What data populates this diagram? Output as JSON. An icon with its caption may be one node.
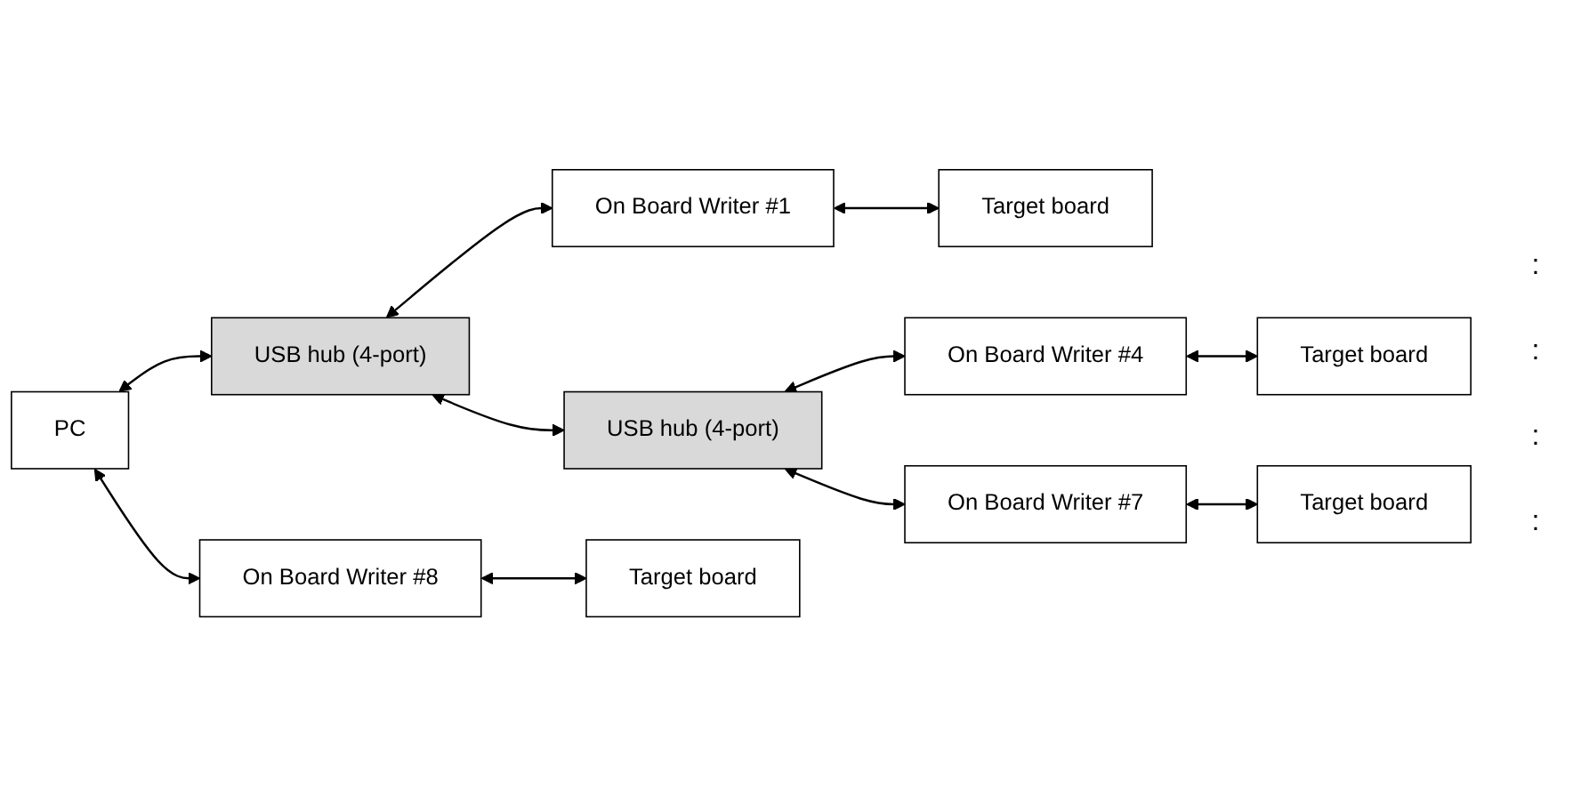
{
  "diagram": {
    "nodes": [
      {
        "text": [
          "PC"
        ]
      },
      {
        "text": [
          "USB hub (4-port)"
        ]
      },
      {
        "text": [
          "USB hub (4-port)"
        ]
      },
      {
        "text": [
          "On Board Writer #1"
        ]
      },
      {
        "text": [
          "Target board"
        ]
      },
      {
        "text": [
          "On Board Writer #4"
        ]
      },
      {
        "text": [
          "Target board"
        ]
      },
      {
        "text": [
          "On Board Writer #7"
        ]
      },
      {
        "text": [
          "Target board"
        ]
      },
      {
        "text": [
          "On Board Writer #8"
        ]
      },
      {
        "text": [
          "Target board"
        ]
      }
    ],
    "edges": [
      {
        "from": 0,
        "to": 1,
        "arrow": "both"
      },
      {
        "from": 1,
        "to": 3,
        "arrow": "both"
      },
      {
        "from": 3,
        "to": 4,
        "arrow": "both"
      },
      {
        "from": 1,
        "to": 2,
        "arrow": "both"
      },
      {
        "from": 2,
        "to": 5,
        "arrow": "both"
      },
      {
        "from": 5,
        "to": 6,
        "arrow": "both"
      },
      {
        "from": 2,
        "to": 7,
        "arrow": "both"
      },
      {
        "from": 7,
        "to": 8,
        "arrow": "both"
      },
      {
        "from": 0,
        "to": 9,
        "arrow": "both"
      },
      {
        "from": 9,
        "to": 10,
        "arrow": "both"
      }
    ],
    "labels": [
      ":",
      ":",
      ":",
      ":"
    ]
  }
}
